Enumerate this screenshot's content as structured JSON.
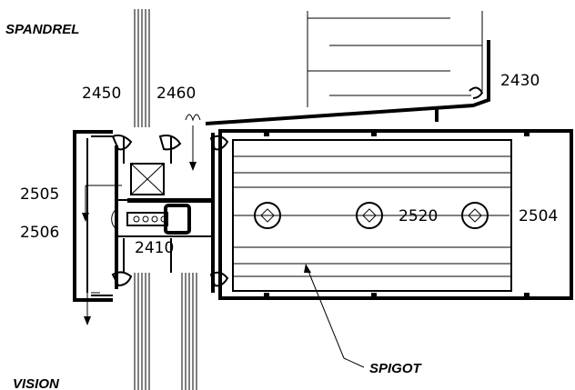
{
  "labels": {
    "spandrel": "SPANDREL",
    "vision": "VISION",
    "spigot": "SPIGOT"
  },
  "callouts": {
    "c2450": "2450",
    "c2460": "2460",
    "c2430": "2430",
    "c2505": "2505",
    "c2506": "2506",
    "c2410": "2410",
    "c2520": "2520",
    "c2504": "2504"
  }
}
